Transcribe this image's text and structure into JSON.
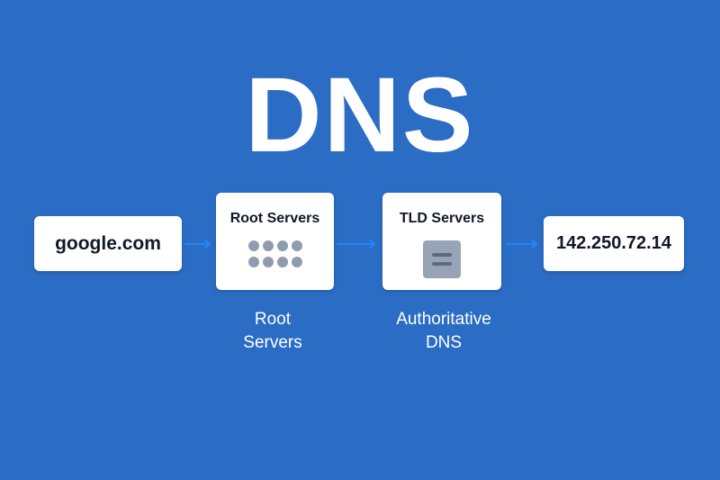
{
  "title": "DNS",
  "nodes": {
    "domain": "google.com",
    "root": "Root Servers",
    "tld": "TLD Servers",
    "ip": "142.250.72.14"
  },
  "captions": {
    "root_line1": "Root",
    "root_line2": "Servers",
    "auth_line1": "Authoritative",
    "auth_line2": "DNS"
  },
  "colors": {
    "background": "#2b6cc4",
    "box": "#ffffff",
    "arrow": "#1e88ff",
    "icon": "#8f9cb0"
  },
  "icons": [
    "server-dots-icon",
    "server-stack-icon"
  ]
}
